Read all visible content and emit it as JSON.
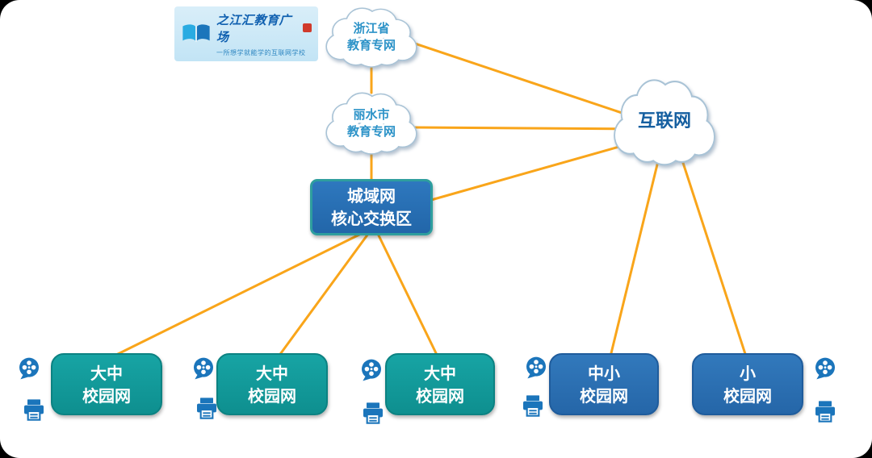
{
  "colors": {
    "connector_line": "#F9A51A",
    "teal_box_fill": "#0E9393",
    "blue_box_fill": "#2B72B5",
    "core_box_border": "#2E9E9E",
    "cloud_outline": "#A9C3D6",
    "cloud_label_text": "#2D93C8",
    "internet_label_text": "#155FA0",
    "icon_blue": "#1B75BB",
    "logo_background": "#CDE9F6"
  },
  "logo": {
    "title": "之江汇教育广场",
    "subtitle": "一所想学就能学的互联网学校"
  },
  "nodes": {
    "zhejiang_cloud": {
      "label": "浙江省\n教育专网"
    },
    "lishui_cloud": {
      "label": "丽水市\n教育专网"
    },
    "internet_cloud": {
      "label": "互联网"
    },
    "core_switch": {
      "label": "城域网\n核心交换区"
    }
  },
  "campuses": [
    {
      "label": "大中\n校园网"
    },
    {
      "label": "大中\n校园网"
    },
    {
      "label": "大中\n校园网"
    },
    {
      "label": "中小\n校园网"
    },
    {
      "label": "小\n校园网"
    }
  ]
}
